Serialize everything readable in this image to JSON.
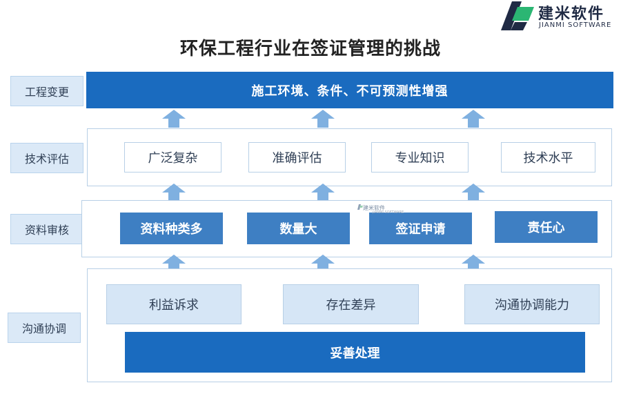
{
  "logo": {
    "name": "建米软件",
    "subtitle": "JIANMI SOFTWARE"
  },
  "title": "环保工程行业在签证管理的挑战",
  "side_labels": [
    "工程变更",
    "技术评估",
    "资料审核",
    "沟通协调"
  ],
  "row1": {
    "text": "施工环境、条件、不可预测性增强"
  },
  "row2": {
    "items": [
      "广泛复杂",
      "准确评估",
      "专业知识",
      "技术水平"
    ]
  },
  "row3": {
    "items": [
      "资料种类多",
      "数量大",
      "签证申请",
      "责任心"
    ]
  },
  "row4": {
    "items": [
      "利益诉求",
      "存在差异",
      "沟通协调能力"
    ],
    "bottom": "妥善处理"
  },
  "watermark": {
    "text": "建米软件",
    "sub": "JIANMI SOFTWARE"
  },
  "colors": {
    "primary": "#1a6bbf",
    "medium": "#3e7fc3",
    "light": "#d6e6f6",
    "arrow": "#7fb0e0"
  }
}
